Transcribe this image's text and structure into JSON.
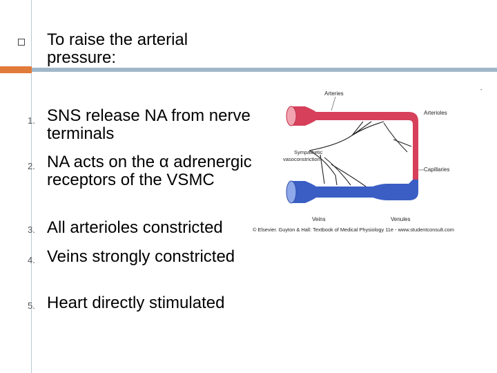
{
  "heading": "To raise the arterial pressure:",
  "items": [
    {
      "num": "1.",
      "text": "SNS release NA from nerve terminals"
    },
    {
      "num": "2.",
      "text": "NA acts on the α adrenergic receptors of the VSMC"
    },
    {
      "num": "3.",
      "text": "All arterioles constricted"
    },
    {
      "num": "4.",
      "text": "Veins strongly constricted"
    },
    {
      "num": "5.",
      "text": "Heart directly stimulated"
    }
  ],
  "diagram": {
    "labels": {
      "arteries": "Arteries",
      "arterioles": "Arterioles",
      "sympathetic": "Sympathetic",
      "vasoconstriction": "vasoconstriction",
      "capillaries": "Capillaries",
      "veins": "Veins",
      "venules": "Venules",
      "dash": "-"
    },
    "caption": "© Elsevier. Guyton & Hall: Textbook of Medical Physiology 11e - www.studentconsult.com",
    "colors": {
      "artery": "#d6405a",
      "vein": "#3a5ec4",
      "nerve": "#222222"
    }
  },
  "colors": {
    "accent_orange": "#e07b39",
    "accent_blue": "#9fb7c9"
  }
}
